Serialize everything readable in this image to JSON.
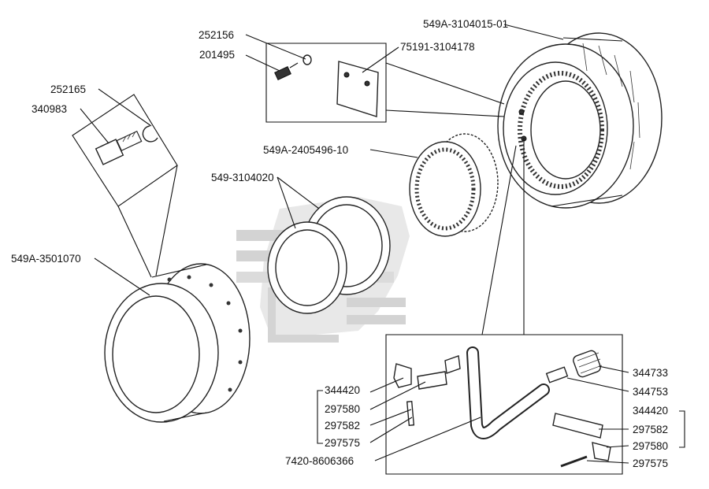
{
  "labels": {
    "l252156": "252156",
    "l201495": "201495",
    "l75191": "75191-3104178",
    "l549A_3104015": "549A-3104015-01",
    "l252165": "252165",
    "l340983": "340983",
    "l549A_2405496": "549A-2405496-10",
    "l549_3104020": "549-3104020",
    "l549A_3501070": "549A-3501070",
    "l344733": "344733",
    "l344753": "344753",
    "l344420_r": "344420",
    "l297582_r": "297582",
    "l297580_r": "297580",
    "l297575_r": "297575",
    "l344420_l": "344420",
    "l297580_l": "297580",
    "l297582_l": "297582",
    "l297575_l": "297575",
    "l7420": "7420-8606366"
  },
  "colors": {
    "ink": "#111111",
    "watermark": "#d8d8d8"
  }
}
